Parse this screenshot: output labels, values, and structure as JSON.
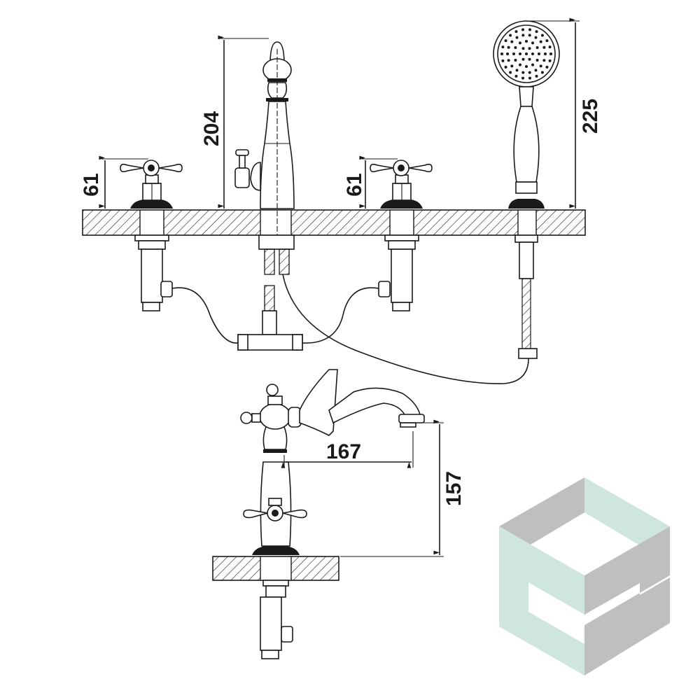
{
  "drawing": {
    "dimensions": {
      "left_handle_height": "61",
      "spout_height": "204",
      "right_handle_height": "61",
      "shower_height": "225",
      "spout_reach": "167",
      "spout_outlet_height": "157"
    }
  },
  "logo": {
    "colors": {
      "green": "#cfe6de",
      "grey": "#bfbfbf"
    }
  }
}
